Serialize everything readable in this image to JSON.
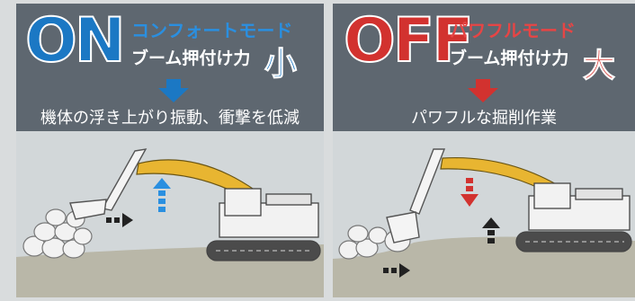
{
  "on_panel": {
    "switch_label": "ON",
    "mode_name": "コンフォートモード",
    "force_label": "ブーム押付け力",
    "force_level": "小",
    "description": "機体の浮き上がり振動、衝撃を低減",
    "accent_color": "#1b78c4"
  },
  "off_panel": {
    "switch_label": "OFF",
    "mode_name": "パワフルモード",
    "force_label": "ブーム押付け力",
    "force_level": "大",
    "description": "パワフルな掘削作業",
    "accent_color": "#d2322f"
  },
  "colors": {
    "header_bg": "#5e6770",
    "scene_bg": "#d2d7d9",
    "excavator_yellow": "#e8b531",
    "ground": "#b9b7a8"
  },
  "icons": [
    "down-arrow-icon",
    "up-arrow-icon",
    "right-arrow-icon",
    "excavator-illustration",
    "rock-pile-illustration"
  ]
}
